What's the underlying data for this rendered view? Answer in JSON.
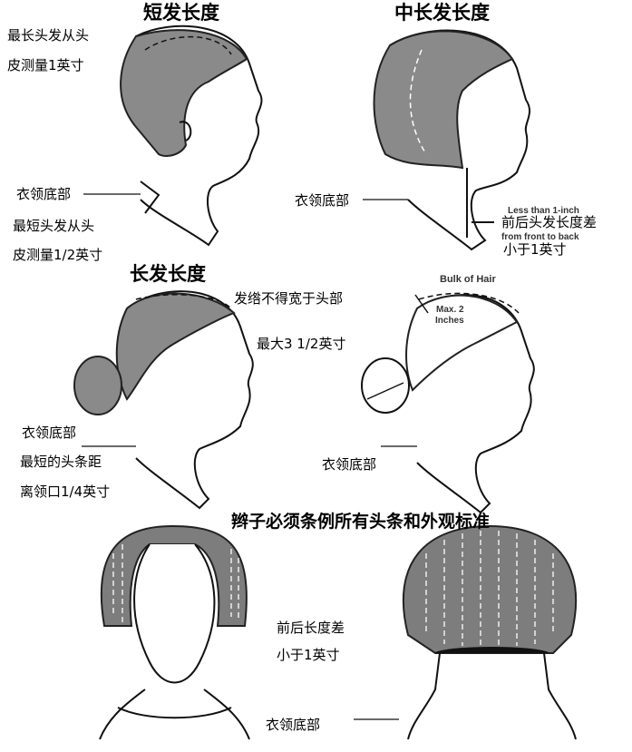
{
  "sections": {
    "short": {
      "title": "短发长度",
      "longest_line1": "最长头发从头",
      "longest_line2": "皮测量1英寸",
      "collar": "衣领底部",
      "shortest_line1": "最短头发从头",
      "shortest_line2": "皮测量1/2英寸"
    },
    "medium": {
      "title": "中长发长度",
      "collar": "衣领底部",
      "diff_line1": "前后头发长度差",
      "diff_line2": "小于1英寸",
      "en_line1": "Less than 1-inch",
      "en_line3": "from front to back"
    },
    "long": {
      "title": "长发长度",
      "bulk_rule": "发绺不得宽于头部",
      "collar_left": "衣领底部",
      "shortest_line1": "最短的头条距",
      "shortest_line2": "离领口1/4英寸",
      "max_bun": "最大3 1/2英寸",
      "bulk_of_hair": "Bulk of Hair",
      "max_line1": "Max. 2",
      "max_line2": "Inches",
      "collar_right": "衣领底部"
    },
    "braids": {
      "title": "辫子必须条例所有头条和外观标准",
      "diff_line1": "前后长度差",
      "diff_line2": "小于1英寸",
      "collar": "衣领底部"
    }
  },
  "colors": {
    "hair": "#8a8a8a",
    "hair_dark": "#6f6f6f",
    "line": "#111111"
  }
}
